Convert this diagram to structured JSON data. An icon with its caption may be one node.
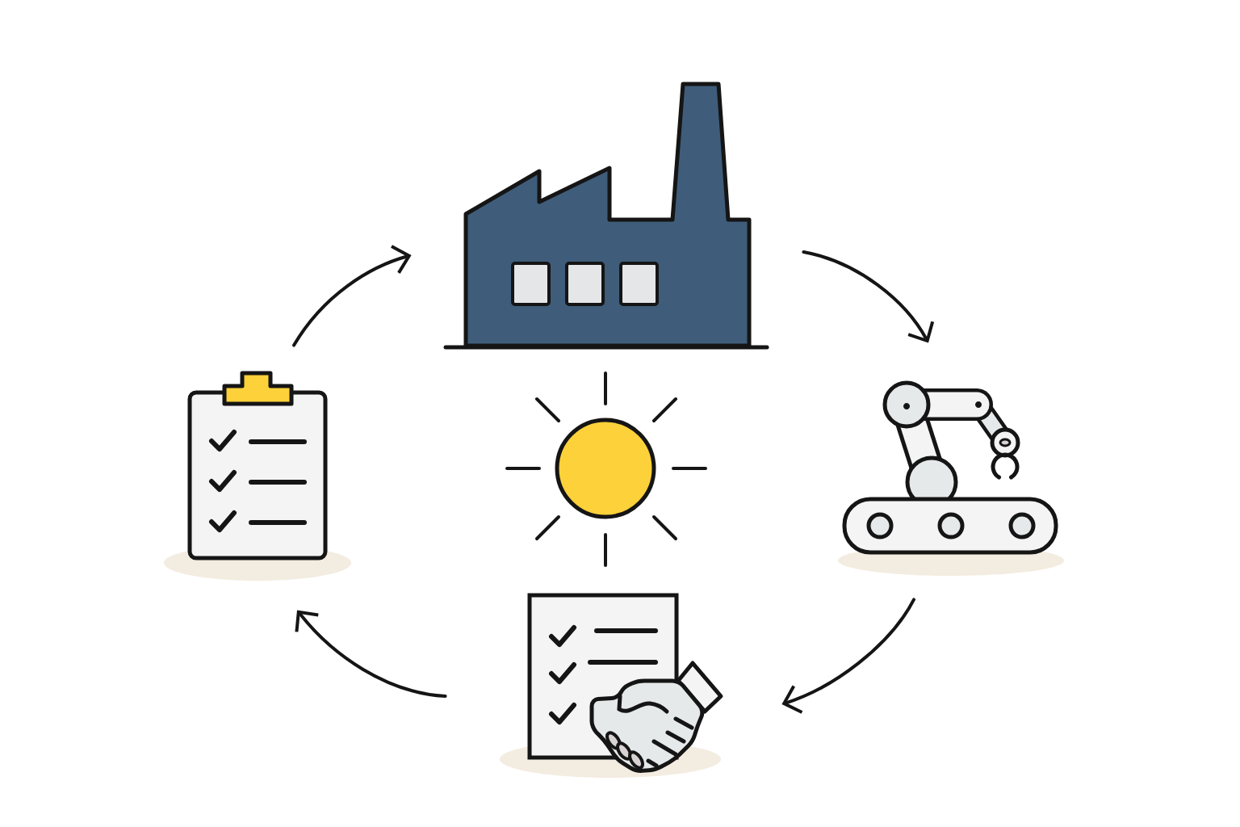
{
  "diagram": {
    "nodes": [
      {
        "text": [],
        "shape": "picture"
      },
      {
        "text": [],
        "shape": "picture"
      },
      {
        "text": [],
        "shape": "picture"
      },
      {
        "text": [],
        "shape": "picture"
      }
    ],
    "edges": [
      {
        "from": 0,
        "to": 1,
        "arrow": "to"
      },
      {
        "from": 1,
        "to": 2,
        "arrow": "to"
      },
      {
        "from": 2,
        "to": 3,
        "arrow": "to"
      },
      {
        "from": 3,
        "to": 0,
        "arrow": "to"
      }
    ]
  }
}
